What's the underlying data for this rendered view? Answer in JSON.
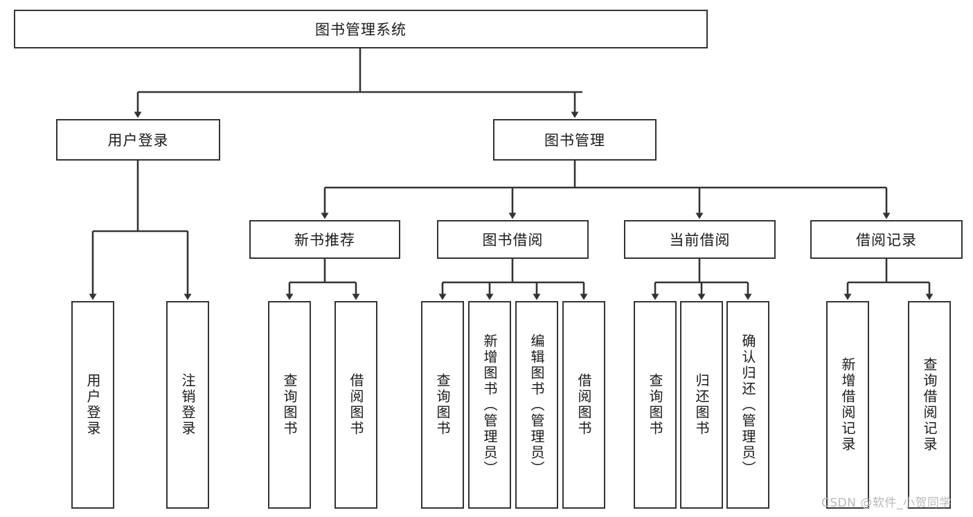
{
  "diagram": {
    "type": "hierarchy-tree",
    "title": "图书管理系统",
    "levels": 4,
    "colors": {
      "border": "#333333",
      "fill": "#ffffff",
      "text": "#1a1a1a",
      "edge": "#333333",
      "watermark": "#b8b8b8"
    },
    "root": {
      "id": "root",
      "label": "图书管理系统"
    },
    "level2": [
      {
        "id": "user-login",
        "label": "用户登录"
      },
      {
        "id": "book-manage",
        "label": "图书管理"
      }
    ],
    "level3": [
      {
        "id": "new-book-rec",
        "label": "新书推荐",
        "parent": "book-manage"
      },
      {
        "id": "book-borrow",
        "label": "图书借阅",
        "parent": "book-manage"
      },
      {
        "id": "current-borrow",
        "label": "当前借阅",
        "parent": "book-manage"
      },
      {
        "id": "borrow-record",
        "label": "借阅记录",
        "parent": "book-manage"
      }
    ],
    "leaves": {
      "user_login": [
        {
          "id": "leaf-user-login",
          "label": "用户登录"
        },
        {
          "id": "leaf-user-logout",
          "label": "注销登录"
        }
      ],
      "new_book_rec": [
        {
          "id": "leaf-query-book-1",
          "label": "查询图书"
        },
        {
          "id": "leaf-borrow-book-1",
          "label": "借阅图书"
        }
      ],
      "book_borrow": [
        {
          "id": "leaf-query-book-2",
          "label": "查询图书"
        },
        {
          "id": "leaf-add-book",
          "label": "新增图书（管理员）"
        },
        {
          "id": "leaf-edit-book",
          "label": "编辑图书（管理员）"
        },
        {
          "id": "leaf-borrow-book-2",
          "label": "借阅图书"
        }
      ],
      "current_borrow": [
        {
          "id": "leaf-query-book-3",
          "label": "查询图书"
        },
        {
          "id": "leaf-return-book",
          "label": "归还图书"
        },
        {
          "id": "leaf-confirm-return",
          "label": "确认归还（管理员）"
        }
      ],
      "borrow_record": [
        {
          "id": "leaf-add-record",
          "label": "新增借阅记录"
        },
        {
          "id": "leaf-query-record",
          "label": "查询借阅记录"
        }
      ]
    }
  },
  "watermark": {
    "text": "CSDN @软件_小贺同学"
  }
}
